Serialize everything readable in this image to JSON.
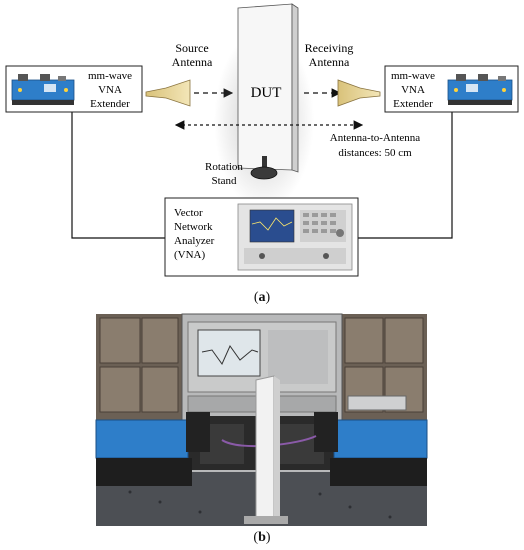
{
  "diagram_a": {
    "left_extender_label": [
      "mm-wave",
      "VNA",
      "Extender"
    ],
    "right_extender_label": [
      "mm-wave",
      "VNA",
      "Extender"
    ],
    "source_antenna_label": [
      "Source",
      "Antenna"
    ],
    "receiving_antenna_label": [
      "Receiving",
      "Antenna"
    ],
    "dut_label": "DUT",
    "distance_label": [
      "Antenna-to-Antenna",
      "distances: 50 cm"
    ],
    "rotation_stand_label": [
      "Rotation",
      "Stand"
    ],
    "vna_label": [
      "Vector",
      "Network",
      "Analyzer",
      "(VNA)"
    ]
  },
  "captions": {
    "a_open": "(",
    "a_letter": "a",
    "a_close": ")",
    "b_open": "(",
    "b_letter": "b",
    "b_close": ")"
  },
  "colors": {
    "extender_blue": "#2e7ec9",
    "antenna_gold": "#e8d59a",
    "dut_white": "#f7f7f7",
    "vna_gray": "#e4e4e4",
    "screen_blue": "#2a4d8f",
    "photo_bg": "#6b6055"
  }
}
